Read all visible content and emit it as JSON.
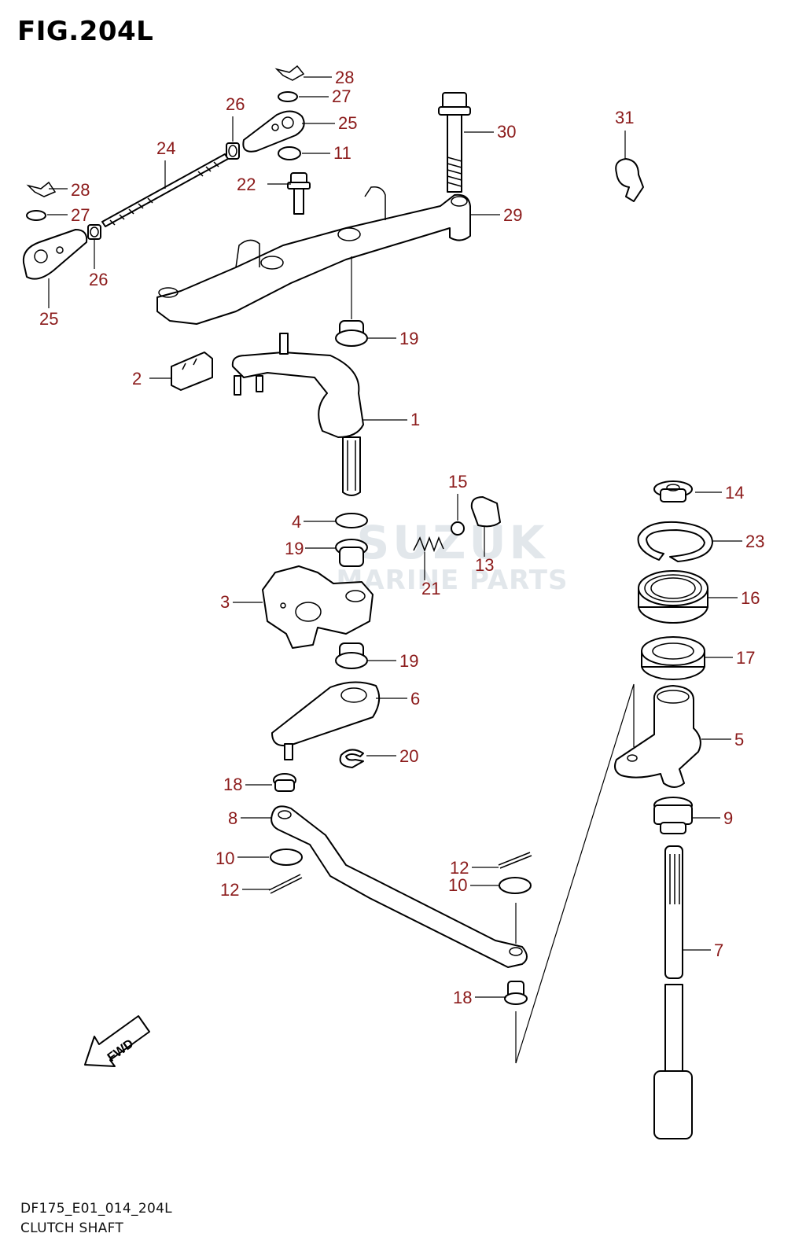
{
  "figure": {
    "title": "FIG.204L",
    "code": "DF175_E01_014_204L",
    "name": "CLUTCH SHAFT"
  },
  "watermark": {
    "line1": "SUZUK",
    "line2": "MARINE PARTS"
  },
  "fwd_arrow": "FWD",
  "callouts": [
    {
      "key": "c28a",
      "label": "28"
    },
    {
      "key": "c27a",
      "label": "27"
    },
    {
      "key": "c25a",
      "label": "25"
    },
    {
      "key": "c26a",
      "label": "26"
    },
    {
      "key": "c11",
      "label": "11"
    },
    {
      "key": "c30",
      "label": "30"
    },
    {
      "key": "c31",
      "label": "31"
    },
    {
      "key": "c24",
      "label": "24"
    },
    {
      "key": "c22",
      "label": "22"
    },
    {
      "key": "c28b",
      "label": "28"
    },
    {
      "key": "c27b",
      "label": "27"
    },
    {
      "key": "c29",
      "label": "29"
    },
    {
      "key": "c26b",
      "label": "26"
    },
    {
      "key": "c25b",
      "label": "25"
    },
    {
      "key": "c19a",
      "label": "19"
    },
    {
      "key": "c2",
      "label": "2"
    },
    {
      "key": "c1",
      "label": "1"
    },
    {
      "key": "c15",
      "label": "15"
    },
    {
      "key": "c14",
      "label": "14"
    },
    {
      "key": "c4",
      "label": "4"
    },
    {
      "key": "c23",
      "label": "23"
    },
    {
      "key": "c19b",
      "label": "19"
    },
    {
      "key": "c13",
      "label": "13"
    },
    {
      "key": "c21",
      "label": "21"
    },
    {
      "key": "c16",
      "label": "16"
    },
    {
      "key": "c3",
      "label": "3"
    },
    {
      "key": "c17",
      "label": "17"
    },
    {
      "key": "c19c",
      "label": "19"
    },
    {
      "key": "c6",
      "label": "6"
    },
    {
      "key": "c5",
      "label": "5"
    },
    {
      "key": "c20",
      "label": "20"
    },
    {
      "key": "c18a",
      "label": "18"
    },
    {
      "key": "c8",
      "label": "8"
    },
    {
      "key": "c9",
      "label": "9"
    },
    {
      "key": "c10a",
      "label": "10"
    },
    {
      "key": "c12a",
      "label": "12"
    },
    {
      "key": "c10b",
      "label": "10"
    },
    {
      "key": "c12b",
      "label": "12"
    },
    {
      "key": "c7",
      "label": "7"
    },
    {
      "key": "c18b",
      "label": "18"
    }
  ]
}
